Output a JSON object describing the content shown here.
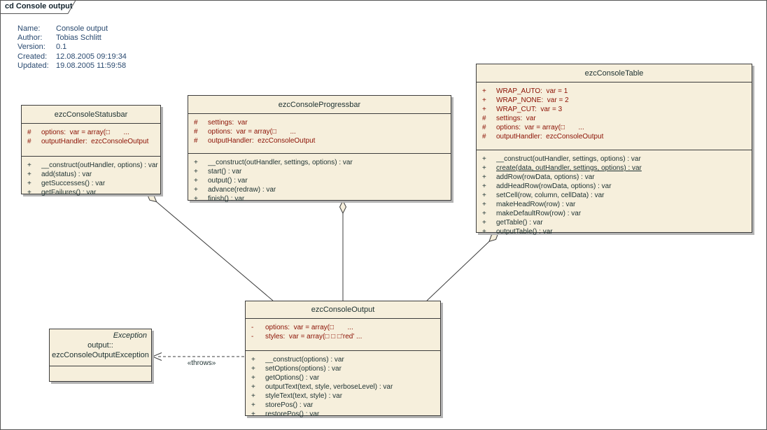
{
  "frame": {
    "tab_label": "cd Console output"
  },
  "metadata": {
    "rows": [
      {
        "label": "Name:",
        "value": "Console output"
      },
      {
        "label": "Author:",
        "value": "Tobias Schlitt"
      },
      {
        "label": "Version:",
        "value": "0.1"
      },
      {
        "label": "Created:",
        "value": "12.08.2005 09:19:34"
      },
      {
        "label": "Updated:",
        "value": "19.08.2005 11:59:58"
      }
    ]
  },
  "classes": [
    {
      "name": "ezcConsoleStatusbar",
      "attributes": [
        {
          "visibility": "#",
          "text": "options:  var = array(□       ..."
        },
        {
          "visibility": "#",
          "text": "outputHandler:  ezcConsoleOutput"
        }
      ],
      "methods": [
        {
          "visibility": "+",
          "text": "__construct(outHandler, options) : var"
        },
        {
          "visibility": "+",
          "text": "add(status) : var"
        },
        {
          "visibility": "+",
          "text": "getSuccesses() : var"
        },
        {
          "visibility": "+",
          "text": "getFailures() : var"
        }
      ]
    },
    {
      "name": "ezcConsoleProgressbar",
      "attributes": [
        {
          "visibility": "#",
          "text": "settings:  var"
        },
        {
          "visibility": "#",
          "text": "options:  var = array(□       ..."
        },
        {
          "visibility": "#",
          "text": "outputHandler:  ezcConsoleOutput"
        }
      ],
      "methods": [
        {
          "visibility": "+",
          "text": "__construct(outHandler, settings, options) : var"
        },
        {
          "visibility": "+",
          "text": "start() : var"
        },
        {
          "visibility": "+",
          "text": "output() : var"
        },
        {
          "visibility": "+",
          "text": "advance(redraw) : var"
        },
        {
          "visibility": "+",
          "text": "finish() : var"
        }
      ]
    },
    {
      "name": "ezcConsoleTable",
      "attributes": [
        {
          "visibility": "+",
          "text": "WRAP_AUTO:  var = 1"
        },
        {
          "visibility": "+",
          "text": "WRAP_NONE:  var = 2"
        },
        {
          "visibility": "+",
          "text": "WRAP_CUT:  var = 3"
        },
        {
          "visibility": "#",
          "text": "settings:  var"
        },
        {
          "visibility": "#",
          "text": "options:  var = array(□       ..."
        },
        {
          "visibility": "#",
          "text": "outputHandler:  ezcConsoleOutput"
        }
      ],
      "methods": [
        {
          "visibility": "+",
          "text": "__construct(outHandler, settings, options) : var"
        },
        {
          "visibility": "+",
          "text": "create(data, outHandler, settings, options) : var",
          "static": true
        },
        {
          "visibility": "+",
          "text": "addRow(rowData, options) : var"
        },
        {
          "visibility": "+",
          "text": "addHeadRow(rowData, options) : var"
        },
        {
          "visibility": "+",
          "text": "setCell(row, column, cellData) : var"
        },
        {
          "visibility": "+",
          "text": "makeHeadRow(row) : var"
        },
        {
          "visibility": "+",
          "text": "makeDefaultRow(row) : var"
        },
        {
          "visibility": "+",
          "text": "getTable() : var"
        },
        {
          "visibility": "+",
          "text": "outputTable() : var"
        }
      ]
    },
    {
      "name": "ezcConsoleOutput",
      "attributes": [
        {
          "visibility": "-",
          "text": "options:  var = array(□       ..."
        },
        {
          "visibility": "-",
          "text": "styles:  var = array(□ □ □'red' ..."
        }
      ],
      "methods": [
        {
          "visibility": "+",
          "text": "__construct(options) : var"
        },
        {
          "visibility": "+",
          "text": "setOptions(options) : var"
        },
        {
          "visibility": "+",
          "text": "getOptions() : var"
        },
        {
          "visibility": "+",
          "text": "outputText(text, style, verboseLevel) : var"
        },
        {
          "visibility": "+",
          "text": "styleText(text, style) : var"
        },
        {
          "visibility": "+",
          "text": "storePos() : var"
        },
        {
          "visibility": "+",
          "text": "restorePos() : var"
        }
      ]
    }
  ],
  "exception": {
    "stereotype": "Exception",
    "name_line1": "output::",
    "name_line2": "ezcConsoleOutputException"
  },
  "connectors": {
    "throws_label": "«throws»",
    "type_aggregation": "unfilled diamond at whole end",
    "type_throws": "dashed dependency with open arrow"
  },
  "colors": {
    "box_fill": "#f6efdc",
    "box_border": "#3c3c3c",
    "attribute_text": "#8b1003",
    "member_text": "#1c3030",
    "metadata_text": "#2a4a70",
    "shadow": "#b3b3b3"
  }
}
